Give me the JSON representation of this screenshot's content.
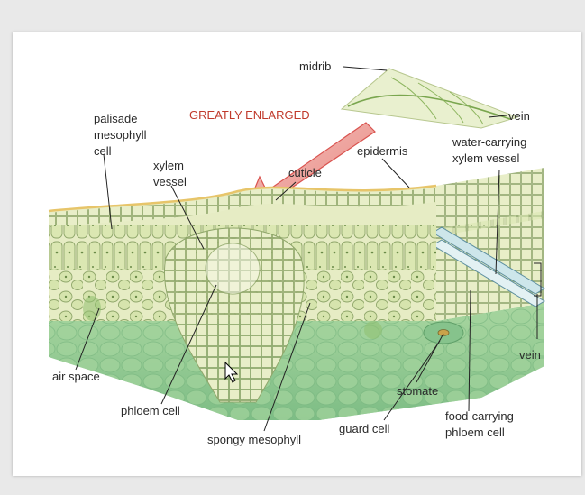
{
  "labels": {
    "midrib": "midrib",
    "vein_top": "vein",
    "greatly_enlarged": "GREATLY ENLARGED",
    "palisade_1": "palisade",
    "palisade_2": "mesophyll",
    "palisade_3": "cell",
    "xylem_1": "xylem",
    "xylem_2": "vessel",
    "cuticle": "cuticle",
    "epidermis": "epidermis",
    "water_1": "water-carrying",
    "water_2": "xylem vessel",
    "vein_side": "vein",
    "air_space": "air space",
    "phloem_cell": "phloem cell",
    "spongy": "spongy mesophyll",
    "stomate": "stomate",
    "guard_cell": "guard cell",
    "food_1": "food-carrying",
    "food_2": "phloem cell"
  },
  "colors": {
    "leaf_top": "#e6ecc4",
    "cell_fill": "#dfe9b8",
    "cell_stroke": "#8fa66a",
    "spongy_fill": "#cfe1a8",
    "underside": "#9ccf98",
    "underside_dark": "#7fbf86",
    "vessel_blue": "#cde6ea",
    "arrow_red": "#d9534f"
  }
}
